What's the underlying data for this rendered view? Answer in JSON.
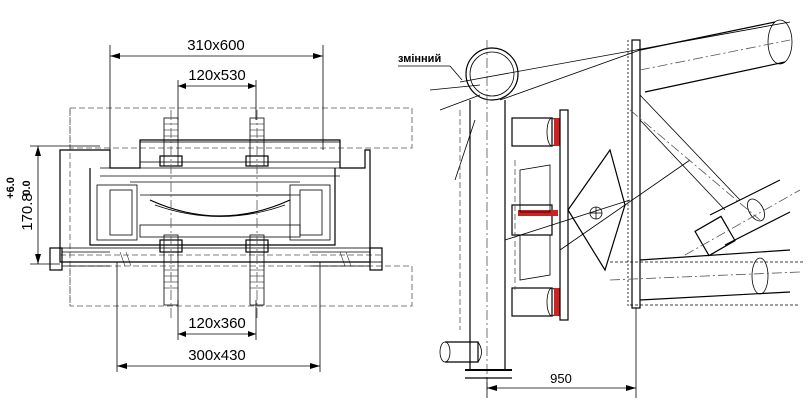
{
  "left_view": {
    "dim_top_outer": "310x600",
    "dim_top_inner": "120x530",
    "dim_bottom_inner": "120x360",
    "dim_bottom_outer": "300x430",
    "dim_vertical": "170.8",
    "dim_vertical_tol_upper": "+6.0",
    "dim_vertical_tol_lower": "0.0"
  },
  "right_view": {
    "callout_label": "змінний",
    "dim_bottom": "950",
    "colors": {
      "weld_red": "#cc2222"
    }
  }
}
